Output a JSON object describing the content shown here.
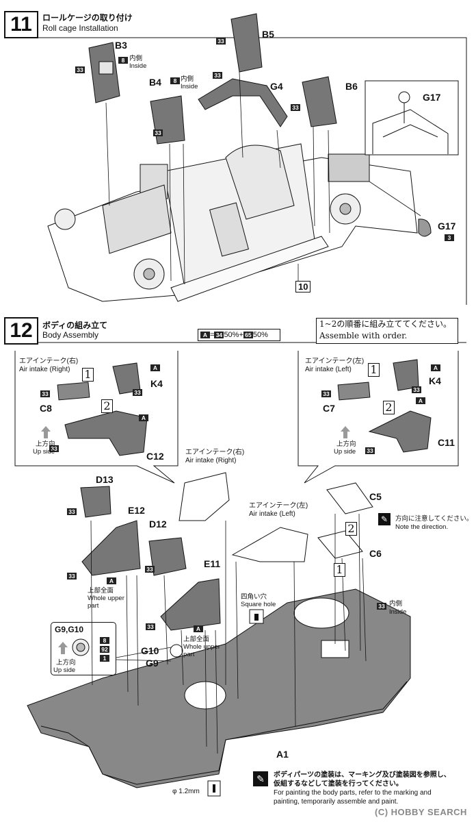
{
  "step11": {
    "number": "11",
    "title_jp": "ロールケージの取り付け",
    "title_en": "Roll cage Installation",
    "parts": {
      "b3": "B3",
      "b4": "B4",
      "b5": "B5",
      "b6": "B6",
      "g4": "G4",
      "g17_top": "G17",
      "g17_side": "G17",
      "part10": "10"
    },
    "paint": {
      "p33": "33",
      "p8": "8",
      "p3": "3"
    },
    "notes": {
      "inside_jp": "内側",
      "inside_en": "Inside"
    }
  },
  "step12": {
    "number": "12",
    "title_jp": "ボディの組み立て",
    "title_en": "Body Assembly",
    "mix": {
      "a": "A",
      "eq": "=",
      "c34": "34",
      "p1": "50%+",
      "c65": "65",
      "p2": "50%"
    },
    "order_note_jp": "1~2の順番に組み立ててください。",
    "order_note_en": "Assemble with order.",
    "intake_right_jp": "エアインテーク(右)",
    "intake_right_en": "Air intake (Right)",
    "intake_left_jp": "エアインテーク(左)",
    "intake_left_en": "Air intake (Left)",
    "up_side_jp": "上方向",
    "up_side_en": "Up side",
    "whole_upper_jp": "上部全面",
    "whole_upper_en": "Whole upper part",
    "square_hole_jp": "四角い穴",
    "square_hole_en": "Square hole",
    "direction_jp": "方向に注意してください。",
    "direction_en": "Note the direction.",
    "inside_jp": "内側",
    "inside_en": "Inside",
    "drill": "φ 1.2mm",
    "g9g10": "G9,G10",
    "parts": {
      "c8": "C8",
      "k4a": "K4",
      "c12": "C12",
      "c7": "C7",
      "k4b": "K4",
      "c11": "C11",
      "d13": "D13",
      "e12": "E12",
      "d12": "D12",
      "e11": "E11",
      "c5": "C5",
      "c6": "C6",
      "g10": "G10",
      "g9": "G9",
      "a1": "A1"
    },
    "paint": {
      "p33": "33",
      "p8": "8",
      "p92": "92",
      "p1": "1",
      "a": "A"
    },
    "order": {
      "o1": "1",
      "o2": "2"
    },
    "bottom_note_jp1": "ボディパーツの塗装は、マーキング及び塗装図を参照し、",
    "bottom_note_jp2": "仮組するなどして塗装を行ってください。",
    "bottom_note_en1": "For painting the body parts, refer to the marking and",
    "bottom_note_en2": "painting, temporarily assemble and paint."
  },
  "watermark": "(C) HOBBY SEARCH"
}
